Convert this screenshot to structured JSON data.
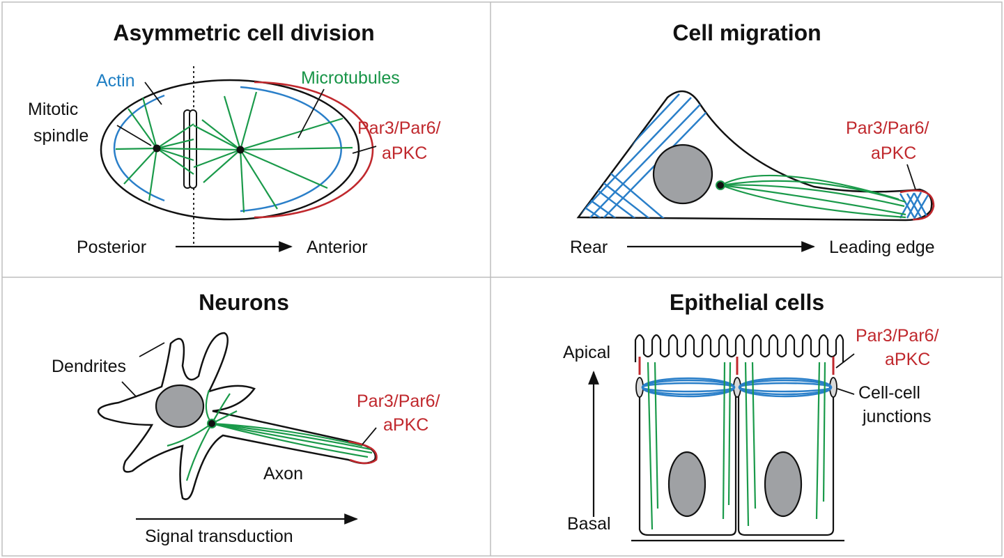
{
  "panels": {
    "asymmetric": {
      "title": "Asymmetric cell division",
      "actin": "Actin",
      "microtubules": "Microtubules",
      "mitotic_1": "Mitotic",
      "mitotic_2": "spindle",
      "par_1": "Par3/Par6/",
      "par_2": "aPKC",
      "axis_left": "Posterior",
      "axis_right": "Anterior"
    },
    "migration": {
      "title": "Cell migration",
      "par_1": "Par3/Par6/",
      "par_2": "aPKC",
      "axis_left": "Rear",
      "axis_right": "Leading edge"
    },
    "neurons": {
      "title": "Neurons",
      "dendrites": "Dendrites",
      "axon": "Axon",
      "par_1": "Par3/Par6/",
      "par_2": "aPKC",
      "axis_label": "Signal transduction"
    },
    "epithelial": {
      "title": "Epithelial cells",
      "apical": "Apical",
      "basal": "Basal",
      "par_1": "Par3/Par6/",
      "par_2": "aPKC",
      "junction_1": "Cell-cell",
      "junction_2": "junctions"
    }
  },
  "colors": {
    "actin": "#2a7fc9",
    "microtubules": "#1a9a4a",
    "par_complex": "#c0282d",
    "nucleus": "#9fa1a4"
  }
}
